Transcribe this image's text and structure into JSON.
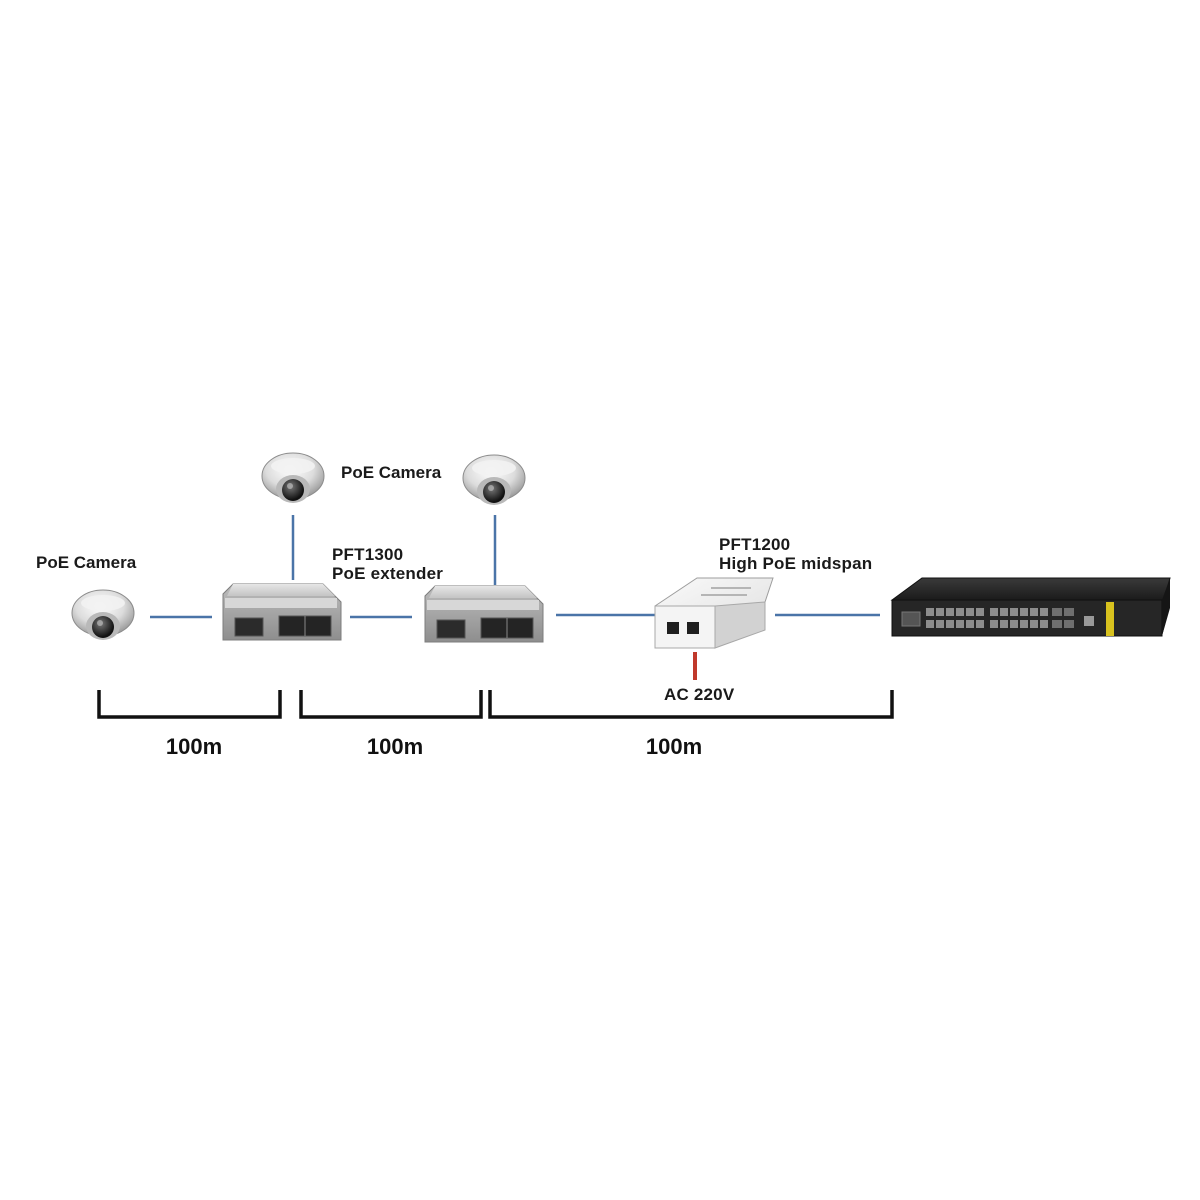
{
  "labels": {
    "camera_left": "PoE Camera",
    "camera_top": "PoE Camera",
    "extender_model": "PFT1300",
    "extender_desc": "PoE extender",
    "midspan_model": "PFT1200",
    "midspan_desc": "High PoE midspan",
    "power_input": "AC 220V"
  },
  "distances": [
    "100m",
    "100m",
    "100m"
  ],
  "colors": {
    "link": "#4a74a8",
    "power": "#c0392b",
    "bracket": "#111111",
    "text": "#1a1a1a"
  },
  "icons": [
    "dome-camera-icon",
    "poe-extender-icon",
    "poe-midspan-icon",
    "network-switch-icon"
  ]
}
